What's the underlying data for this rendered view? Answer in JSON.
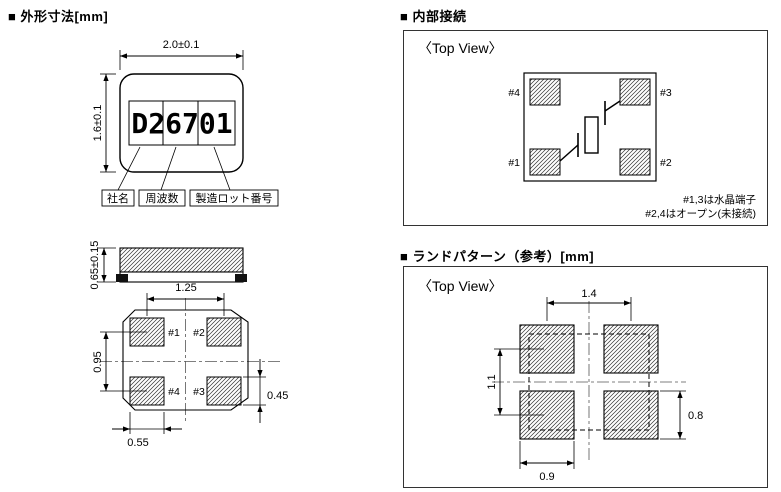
{
  "outline_section": {
    "title": "■ 外形寸法[mm]",
    "marking": "D26701",
    "marking_labels": {
      "company": "社名",
      "frequency": "周波数",
      "lot": "製造ロット番号"
    },
    "dims": {
      "body_width": "2.0±0.1",
      "body_height": "1.6±0.1",
      "thickness": "0.65±0.15",
      "pad_pitch_x": "1.25",
      "pad_pitch_y": "0.95",
      "pad_width": "0.55",
      "pad_height": "0.45"
    },
    "pad_labels": {
      "p1": "#1",
      "p2": "#2",
      "p3": "#3",
      "p4": "#4"
    }
  },
  "internal_section": {
    "title": "■ 内部接続",
    "view_label": "〈Top View〉",
    "pad_labels": {
      "p1": "#1",
      "p2": "#2",
      "p3": "#3",
      "p4": "#4"
    },
    "notes": [
      "#1,3は水晶端子",
      "#2,4はオープン(未接続)"
    ]
  },
  "land_section": {
    "title": "■ ランドパターン（参考）[mm]",
    "view_label": "〈Top View〉",
    "dims": {
      "pitch_x": "1.4",
      "pitch_y": "1.1",
      "pad_width": "0.9",
      "pad_height": "0.8"
    }
  }
}
